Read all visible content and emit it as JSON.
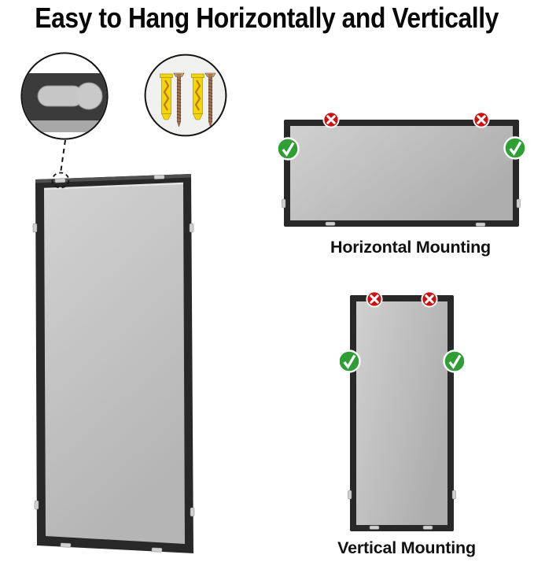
{
  "title": "Easy to Hang Horizontally and Vertically",
  "callouts": {
    "keyhole_detail": {
      "icon": "keyhole-slot-icon",
      "description_icon_only": true
    },
    "hardware_detail": {
      "icon": "anchors-screws-icon",
      "anchor_count": 2,
      "screw_count": 2
    }
  },
  "mirror": {
    "icon": "mirror-back-view"
  },
  "sections": {
    "horizontal": {
      "label": "Horizontal Mounting",
      "top_badges": [
        "cross",
        "cross"
      ],
      "side_badges": [
        "check",
        "check"
      ]
    },
    "vertical": {
      "label": "Vertical Mounting",
      "top_badges": [
        "cross",
        "cross"
      ],
      "side_badges": [
        "check",
        "check"
      ]
    }
  },
  "colors": {
    "check_green": "#2e9e35",
    "cross_red": "#cb1111",
    "frame_black": "#282828",
    "frame_top_face": "#4f4f4f",
    "panel_gray": "#b9b9b9",
    "panel_gray_light": "#d2d2d2",
    "anchor_yellow": "#f2d60c",
    "screw_bronze": "#a4714d"
  }
}
